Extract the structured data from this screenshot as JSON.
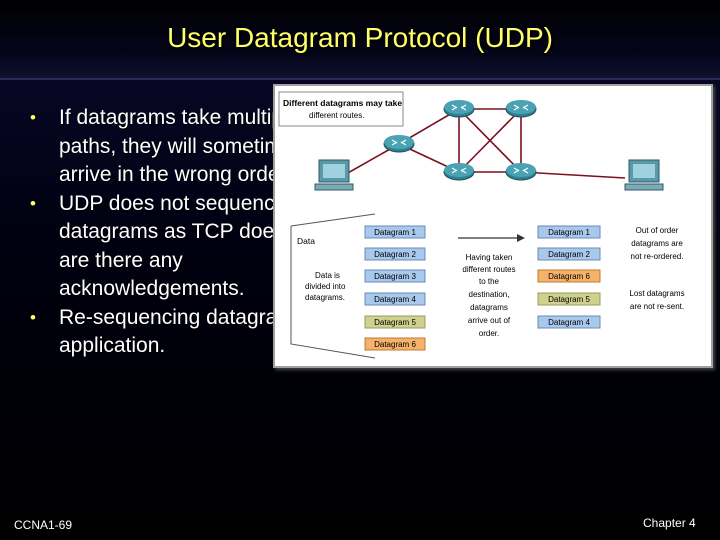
{
  "slide": {
    "title": "User Datagram Protocol (UDP)",
    "bullets": [
      "If datagrams take multiple paths, they will sometimes arrive in the wrong order.",
      "UDP does not sequence the datagrams as TCP does nor are there any acknowledgements.",
      "Re-sequencing datagrams and handling missing data is up to the application."
    ],
    "footer_left": "CCNA1-69",
    "footer_right": "Chapter 4"
  },
  "figure": {
    "routes_label": [
      "Different datagrams may take",
      "different routes."
    ],
    "data_label": "Data",
    "divided_label": [
      "Data is",
      "divided into",
      "datagrams."
    ],
    "sent": [
      "Datagram 1",
      "Datagram 2",
      "Datagram 3",
      "Datagram 4",
      "Datagram 5",
      "Datagram 6"
    ],
    "middle_label": [
      "Having taken",
      "different routes",
      "to the",
      "destination,",
      "datagrams",
      "arrive out of",
      "order."
    ],
    "received": [
      "Datagram 1",
      "Datagram 2",
      "Datagram 6",
      "Datagram 5",
      "Datagram 4"
    ],
    "out_of_order_label": [
      "Out of order",
      "datagrams are",
      "not re-ordered."
    ],
    "lost_label": [
      "Lost datagrams",
      "are not re-sent."
    ],
    "colors": {
      "blue": "#a8c8ec",
      "orange": "#f4b26a",
      "khaki": "#cfd28e",
      "router": "#2f7f8f",
      "link": "#7a1020",
      "title_yellow": "#ffff66"
    }
  }
}
